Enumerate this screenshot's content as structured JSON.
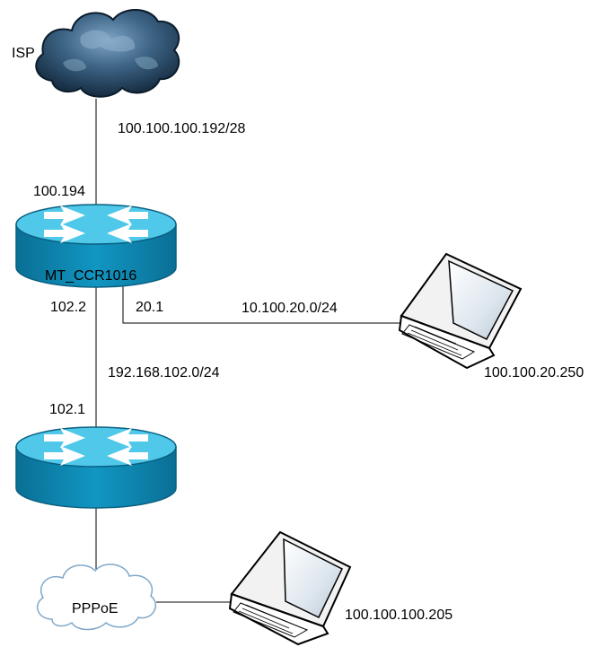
{
  "nodes": {
    "isp": {
      "label": "ISP",
      "icon": "cloud-icon"
    },
    "router_main": {
      "label": "MT_CCR1016",
      "icon": "router-icon"
    },
    "router_second": {
      "icon": "router-icon"
    },
    "pppoe": {
      "label": "PPPoE",
      "icon": "cloud-outline-icon"
    },
    "laptop_1": {
      "label": "100.100.20.250",
      "icon": "laptop-icon"
    },
    "laptop_2": {
      "label": "100.100.100.205",
      "icon": "laptop-icon"
    }
  },
  "links": {
    "isp_uplink": {
      "subnet": "100.100.100.192/28",
      "router_ip": "100.194"
    },
    "lan_20": {
      "subnet": "10.100.20.0/24",
      "router_ip": "20.1"
    },
    "transit_102": {
      "subnet": "192.168.102.0/24",
      "upper_ip": "102.2",
      "lower_ip": "102.1"
    }
  },
  "colors": {
    "router_top": "#4fc8ea",
    "router_body": "#0d87b0",
    "router_edge": "#0a5f80",
    "cloud_dark": "#1c3b57",
    "cloud_light": "#6a93b4",
    "line": "#000000"
  }
}
